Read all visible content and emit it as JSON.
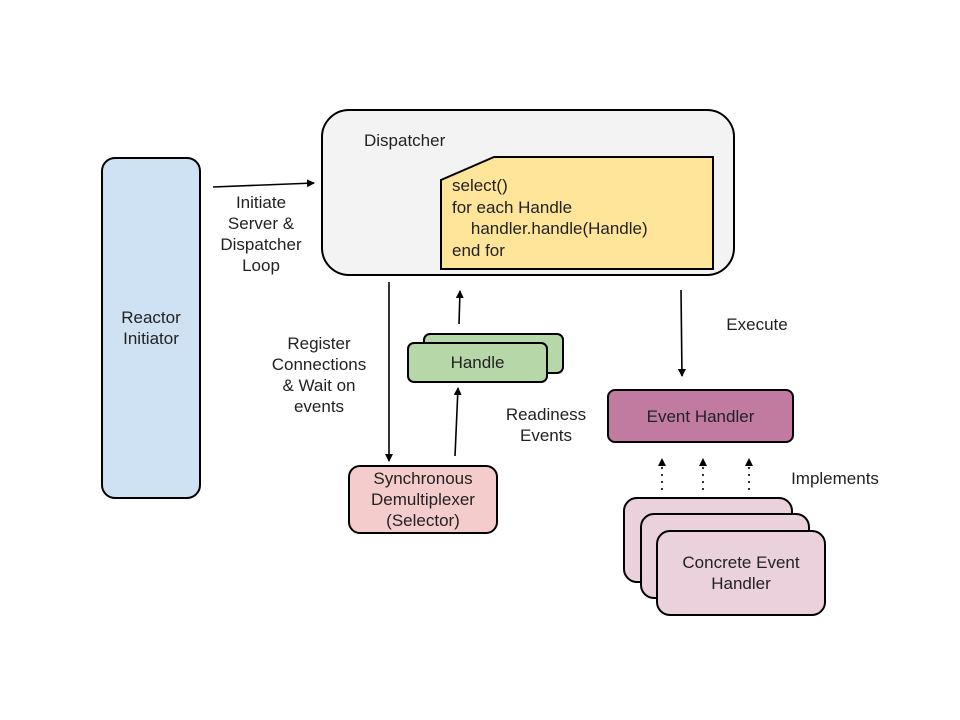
{
  "nodes": {
    "reactor_initiator": "Reactor\nInitiator",
    "dispatcher": "Dispatcher",
    "handle": "Handle",
    "demultiplexer": "Synchronous\nDemultiplexer\n(Selector)",
    "event_handler": "Event Handler",
    "concrete_event_handler": "Concrete Event\nHandler"
  },
  "code": "select()\nfor each Handle\n    handler.handle(Handle)\nend for",
  "edges": {
    "initiate": "Initiate\nServer &\nDispatcher\nLoop",
    "register": "Register\nConnections\n& Wait on\nevents",
    "readiness": "Readiness\nEvents",
    "execute": "Execute",
    "implements": "Implements"
  },
  "colors": {
    "reactor_initiator": "#cfe2f3",
    "dispatcher": "#f3f3f3",
    "code_box": "#ffe599",
    "handle": "#b6d7a8",
    "demultiplexer": "#f4cccc",
    "event_handler": "#c27ba0",
    "concrete_event_handler": "#ead1dc"
  }
}
